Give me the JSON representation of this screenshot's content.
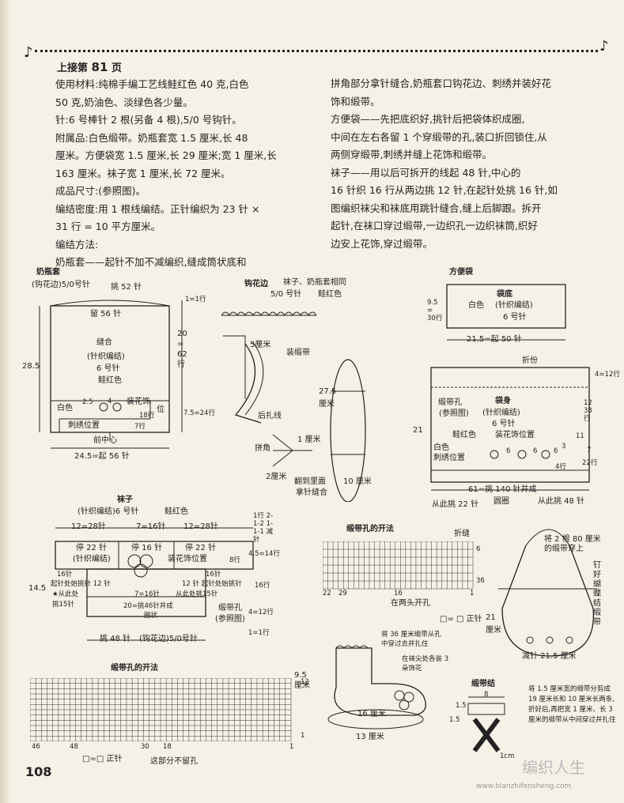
{
  "header": {
    "continued": "上接第",
    "page_ref": "81",
    "page_suffix": "页"
  },
  "left_col": [
    "使用材料:纯棉手编工艺线鲑红色 40 克,白色",
    "50 克,奶油色、淡绿色各少量。",
    "针:6 号棒针 2 根(另备 4 根),5/0 号钩针。",
    "附属品:白色缎带。奶瓶套宽 1.5 厘米,长 48",
    "厘米。方便袋宽 1.5 厘米,长 29 厘米;宽 1 厘米,长",
    "163 厘米。袜子宽 1 厘米,长 72 厘米。",
    "成品尺寸:(参照图)。",
    "编结密度:用 1 根线编结。正针编织为 23 针 ×",
    "31 行 = 10 平方厘米。",
    "编结方法:",
    "奶瓶套——起针不加不减编织,缝成筒状底和"
  ],
  "right_col": [
    "拼角部分拿针缝合,奶瓶套口钩花边、刺绣并装好花",
    "饰和缎带。",
    "方便袋——先把底织好,挑针后把袋体织成圈,",
    "中间在左右各留 1 个穿缎带的孔,装口折回锁住,从",
    "两侧穿缎带,刺绣并缝上花饰和缎带。",
    "袜子——用以后可拆开的线起 48 针,中心的",
    "16 针织 16 行从两边挑 12 针,在起针处挑 16 针,如",
    "图编织袜尖和袜底用跳针缝合,缝上后脚跟。拆开",
    "起针,在袜口穿过缎带,一边织孔一边织袜筒,织好",
    "边安上花饰,穿过缎带。"
  ],
  "bottle": {
    "title": "奶瓶套",
    "sub": "(钩花边)5/0号针",
    "pick": "挑 52 针",
    "remain": "留 56 针",
    "seam": "缝合",
    "knit": "(针织编结)",
    "needle": "6 号针",
    "color": "鲑红色",
    "white": "白色",
    "n25": "2.5",
    "n4": "4",
    "deco": "装花饰",
    "pos": "位",
    "rows18": "18行",
    "embroid": "刺绣位置",
    "rows7": "7行",
    "front": "前中心",
    "width": "24.5=起 56 针",
    "height": "28.5",
    "h20": "20",
    "eq": "=",
    "h62": "62",
    "row_unit": "行",
    "r1": "1=1行",
    "r75": "7.5=24行"
  },
  "edging": {
    "title": "钩花边",
    "desc": "袜子、奶瓶套相同",
    "needle": "5/0 号针",
    "color": "鲑红色",
    "cm5": "5厘米",
    "ribbon": "装缎带",
    "tie": "后扎线",
    "h275": "27.5",
    "cm_a": "厘米",
    "w10": "10 厘米",
    "corner": "拼角",
    "cm1": "1 厘米",
    "cm2": "2厘米",
    "inside": "翻到里面",
    "sew": "拿针缝合"
  },
  "bag": {
    "title": "方便袋",
    "bottom": "袋底",
    "white": "白色",
    "knit": "(针织编结)",
    "needle": "6 号针",
    "h95": "9.5",
    "eq": "=",
    "r30": "30行",
    "w": "21.5=起 50 针",
    "fold": "折份",
    "r12": "4=12行",
    "hole": "缎带孔",
    "ref": "(参照图)",
    "body": "袋身",
    "knit2": "(针织编结)",
    "needle2": "6 号针",
    "color": "鲑红色",
    "decopos": "装花饰位置",
    "white2": "白色",
    "embroid": "刺绣位置",
    "n6a": "6",
    "n6b": "6",
    "n6c": "6",
    "n3": "3",
    "r4": "4行",
    "h21": "21",
    "r38a": "12",
    "r38b": "38",
    "r38c": "行",
    "r11": "11",
    "r7": "7",
    "r22": "22行",
    "w61": "61=挑 140 针并成",
    "circle": "圆圈",
    "pick22": "从此挑 22 针",
    "pick48": "从此挑 48 针",
    "ribbon_note": "将 2 根 80 厘米的缎带穿上",
    "bow": "钉好蝴蝶结缎带",
    "h21b": "21",
    "cm_b": "厘米",
    "dec": "减针 21.5 厘米"
  },
  "sock": {
    "title": "袜子",
    "knit": "(针织编结)6 号针",
    "color": "鲑红色",
    "w12a": "12=28针",
    "w7": "7=16针",
    "w12b": "12=28针",
    "stop22a": "停 22 针",
    "stop16": "停 16 针",
    "stop22b": "停 22 针",
    "knit2": "(针织编结)",
    "deco": "装花饰位置",
    "r8": "8行",
    "pick16a": "16针",
    "pick16b": "16针",
    "start12": "起针处始挑针 12 针",
    "start12b": "12 针 起针处始挑针",
    "start": "★从此处",
    "pick15": "挑15针",
    "pick16": "7=16针",
    "pick16c": "从此处挑15针",
    "pick46": "20=挑46针并成",
    "circle": "圈状",
    "pick48": "挑 48 针",
    "edge": "(钩花边)5/0号针",
    "h145": "14.5",
    "h45": "4.5=14行",
    "r16": "16行",
    "r12": "4=12行",
    "r1": "1=1行",
    "hole": "缎带孔",
    "ref": "(参照图)",
    "rows": "1行 2-1-2 1-1-1 减针"
  },
  "ribbonhole": {
    "title": "缎带孔的开法",
    "seam": "折缝",
    "n22": "22",
    "n29": "29",
    "n16": "16",
    "n1": "1",
    "n6": "6",
    "n36": "36",
    "both": "在两头开孔",
    "legend": "= ",
    "knit": "正针",
    "note36": "将 36 厘米缎带从孔",
    "note36b": "中穿过去并扎住",
    "tip": "在袜尖处各装 3",
    "tip2": "朵饰花",
    "h95": "9.5",
    "cm": "厘米",
    "w16": "16 厘米",
    "w13": "13 厘米"
  },
  "bigchart": {
    "title": "缎带孔的开法",
    "n46": "46",
    "n48": "48",
    "n30": "30",
    "n18": "18",
    "n1": "1",
    "n12": "12",
    "n1b": "1",
    "legend": "正针",
    "note": "这部分不留孔"
  },
  "ribbonknot": {
    "title": "缎带结",
    "n8": "8",
    "n15": "1.5",
    "n15b": "1.5",
    "n1cm": "1cm",
    "note": "将 1.5 厘米宽的缎带分剪成 19 厘米长和 10 厘米长两条,折好后,再把宽 1 厘米、长 3 厘米的缎带从中间穿过并扎住"
  },
  "footer": {
    "page": "108",
    "site": "www.bianzhifensheng.com",
    "logo": "编织人生"
  }
}
